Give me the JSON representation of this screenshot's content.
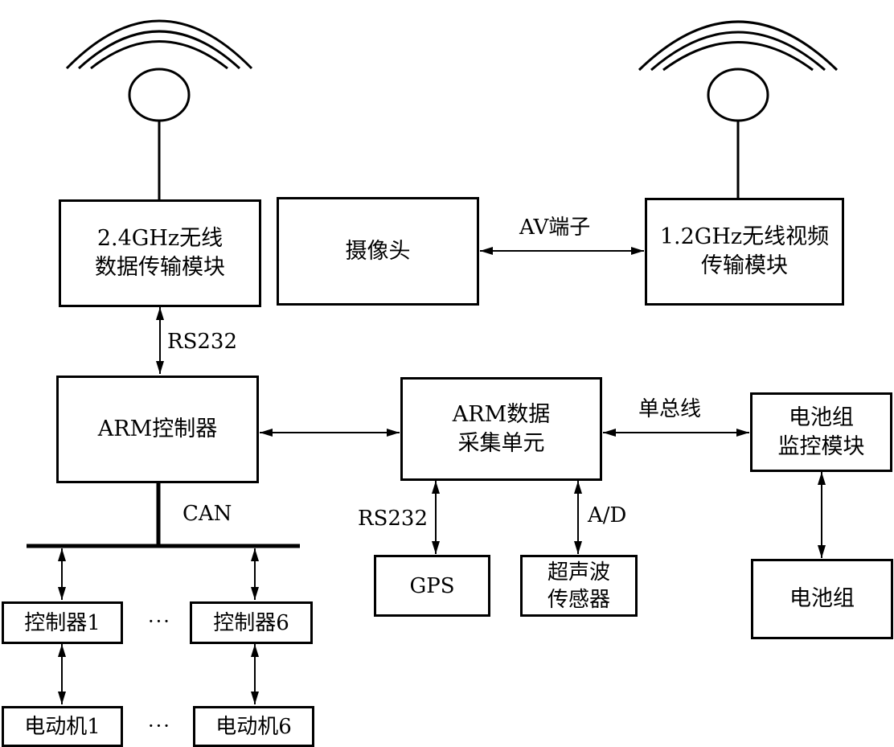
{
  "blocks": {
    "wireless_data": [
      "2.4GHz无线",
      "数据传输模块"
    ],
    "camera": [
      "摄像头"
    ],
    "wireless_video": [
      "1.2GHz无线视频",
      "传输模块"
    ],
    "arm_controller": [
      "ARM控制器"
    ],
    "arm_acq": [
      "ARM数据",
      "采集单元"
    ],
    "battery_monitor": [
      "电池组",
      "监控模块"
    ],
    "gps": [
      "GPS"
    ],
    "ultrasonic": [
      "超声波",
      "传感器"
    ],
    "battery": [
      "电池组"
    ],
    "controller_1": [
      "控制器1"
    ],
    "controller_6": [
      "控制器6"
    ],
    "motor_1": [
      "电动机1"
    ],
    "motor_6": [
      "电动机6"
    ]
  },
  "links": {
    "av": "AV端子",
    "rs232_top": "RS232",
    "single_bus": "单总线",
    "can": "CAN",
    "rs232_gps": "RS232",
    "ad": "A/D"
  },
  "ellipsis": "···"
}
